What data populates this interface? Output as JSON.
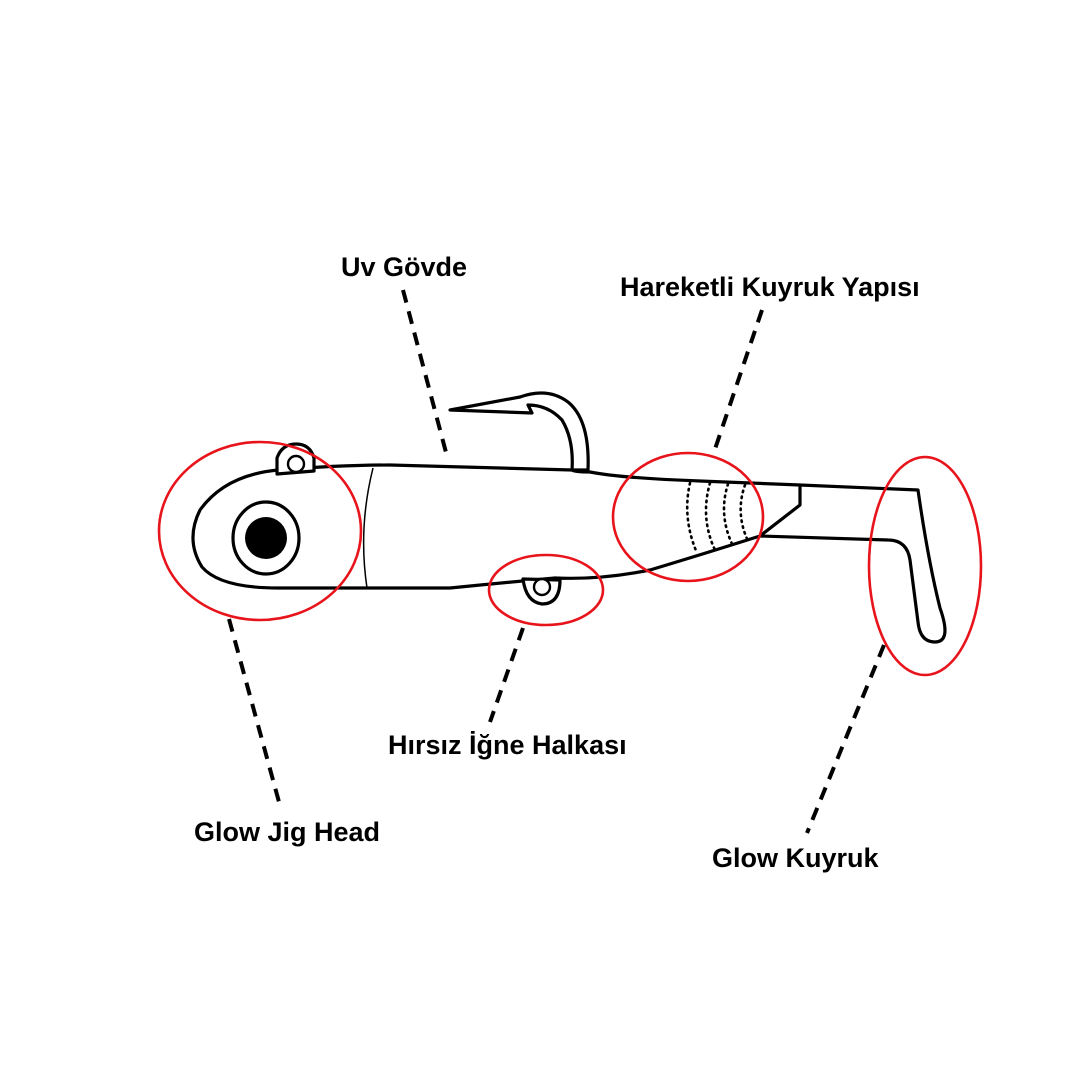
{
  "labels": {
    "uv_govde": "Uv Gövde",
    "hareketli_kuyruk": "Hareketli Kuyruk Yapısı",
    "hirsiz_igne": "Hırsız İğne Halkası",
    "glow_jig_head": "Glow Jig Head",
    "glow_kuyruk": "Glow Kuyruk"
  },
  "colors": {
    "outline": "#000000",
    "callout": "#e8141b",
    "background": "#ffffff"
  }
}
